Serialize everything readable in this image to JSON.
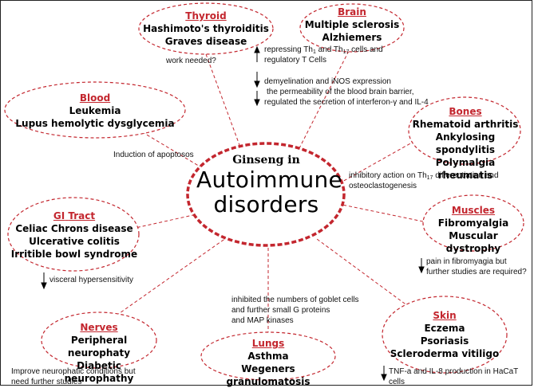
{
  "center": {
    "line1": "Ginseng in",
    "line2": "Autoimmune",
    "line3": "disorders"
  },
  "colors": {
    "accent": "#c3262e",
    "text": "#000000",
    "border": "#222222"
  },
  "nodes": {
    "thyroid": {
      "title": "Thyroid",
      "items": [
        "Hashimoto's thyroiditis",
        "Graves disease"
      ]
    },
    "brain": {
      "title": "Brain",
      "items": [
        "Multiple sclerosis",
        "Alzhiemers"
      ]
    },
    "blood": {
      "title": "Blood",
      "items": [
        "Leukemia",
        "Lupus hemolytic dysglycemia"
      ]
    },
    "bones": {
      "title": "Bones",
      "items": [
        "Rhematoid arthritis",
        "Ankylosing spondylitis",
        "Polymalgia rheumatis"
      ]
    },
    "gi": {
      "title_a": "GI",
      "title_b": "Tract",
      "items": [
        "Celiac Chrons disease",
        "Ulcerative colitis",
        "Irritible bowl syndrome"
      ]
    },
    "muscles": {
      "title": "Muscles",
      "items": [
        "Fibromyalgia",
        "Muscular dystrophy"
      ]
    },
    "nerves": {
      "title": "Nerves",
      "items": [
        "Peripheral neurophaty",
        "Diabetic neurophathy"
      ]
    },
    "lungs": {
      "title": "Lungs",
      "items": [
        "Asthma",
        "Wegeners granulomatosis"
      ]
    },
    "skin": {
      "title": "Skin",
      "items": [
        "Eczema",
        "Psoriasis",
        "Scleroderma vitiligo"
      ]
    }
  },
  "notes": {
    "thyroid": "work needed?",
    "brain_up_a": "repressing Th",
    "brain_up_sub1": "1",
    "brain_up_b": " and Th",
    "brain_up_sub2": "17",
    "brain_up_c": " cells and",
    "brain_up_line2": "regulatory T Cells",
    "brain_down_line1": "demyelination and iNOS expression",
    "brain_down_line2": "the permeability of the blood brain barrier,",
    "brain_down_line3": "regulated the secretion of interferon-γ  and IL-4",
    "blood": "Induction of apoptosos",
    "bones_a": "inhibitory action on Th",
    "bones_sub": "17",
    "bones_b": " differentiation and",
    "bones_line2": "osteoclastogenesis",
    "gi": "visceral hypersensitivity",
    "muscles_line1": "pain in fibromyagia but",
    "muscles_line2": "further studies are required?",
    "lungs_line1": "inhibited the numbers of goblet cells",
    "lungs_line2": "and further small G proteins",
    "lungs_line3": "and MAP kinases",
    "nerves_line1": "Improve neurophatic conditions but",
    "nerves_line2": "need further studies",
    "skin_line1": "TNF-a and IL-8 production in HaCaT",
    "skin_line2": "cells"
  }
}
